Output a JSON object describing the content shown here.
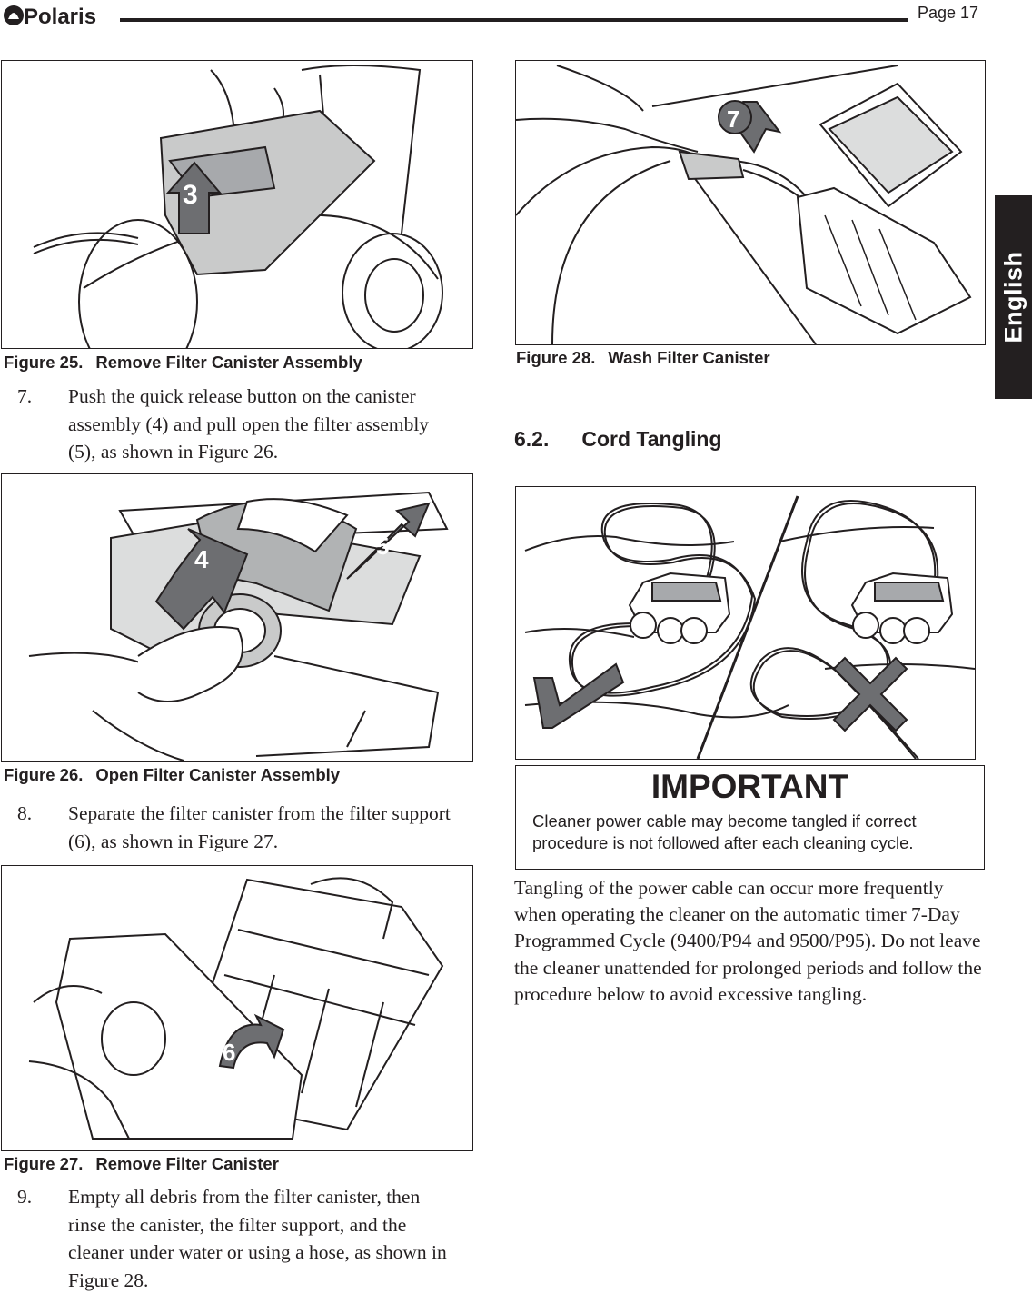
{
  "header": {
    "brand": "Polaris",
    "page": "Page 17"
  },
  "side_tab": {
    "label": "English"
  },
  "icons": {
    "logo": "polaris-logo",
    "check": "check-mark-icon",
    "cross": "cross-mark-icon"
  },
  "colors": {
    "text": "#231f20",
    "arrow_fill": "#6d6e71",
    "canister_fill": "#c9caca"
  },
  "figures": {
    "fig25": {
      "number": "Figure 25.",
      "title": "Remove Filter Canister Assembly",
      "marker": "3"
    },
    "fig26": {
      "number": "Figure 26.",
      "title": "Open Filter Canister Assembly",
      "marker_a": "4",
      "marker_b": "5"
    },
    "fig27": {
      "number": "Figure 27.",
      "title": "Remove Filter Canister",
      "marker": "6"
    },
    "fig28": {
      "number": "Figure 28.",
      "title": "Wash Filter Canister",
      "marker": "7"
    }
  },
  "steps": [
    {
      "number": "7.",
      "text": "Push the quick release button on the canister assembly (4) and pull open the filter assembly (5), as shown in Figure 26."
    },
    {
      "number": "8.",
      "text": "Separate the filter canister from the filter support (6), as shown in Figure 27."
    },
    {
      "number": "9.",
      "text": "Empty all debris from the filter canister, then rinse the canister, the filter support, and the cleaner under water or using a hose, as shown in Figure 28."
    }
  ],
  "section": {
    "number": "6.2.",
    "title": "Cord Tangling"
  },
  "important": {
    "title": "IMPORTANT",
    "body": "Cleaner power cable may become tangled if correct procedure is not followed after each cleaning cycle."
  },
  "paragraph": "Tangling of the power cable can occur more frequently when operating the cleaner on the automatic timer 7-Day Programmed Cycle (9400/P94 and 9500/P95). Do not leave the cleaner unattended for prolonged periods and follow the procedure below to avoid excessive tangling."
}
